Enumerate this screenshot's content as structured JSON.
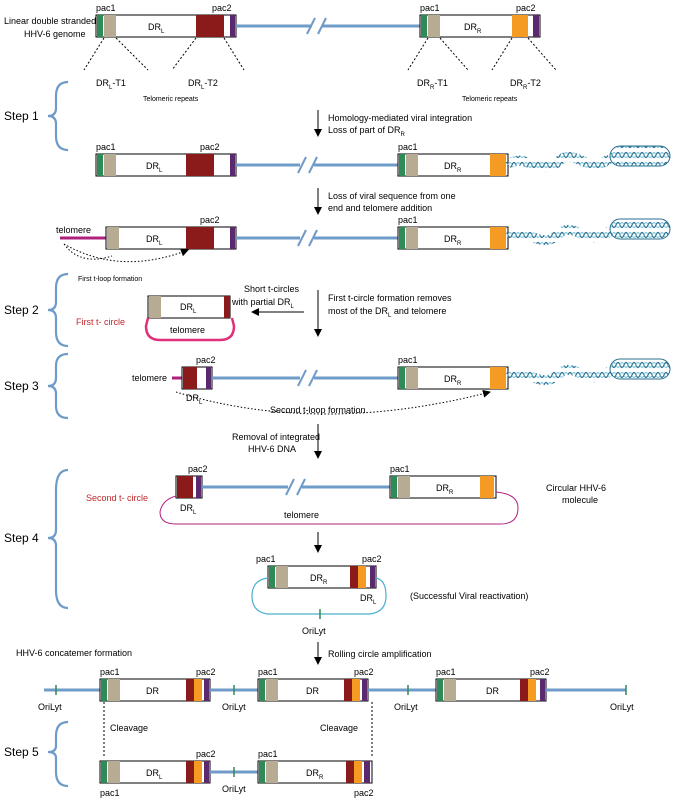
{
  "colors": {
    "backbone": "#6f9bc9",
    "pac1": "#2e8b57",
    "tan": "#b8ab94",
    "darkred": "#8b1a1a",
    "orange": "#f59b23",
    "purple": "#5b2a6e",
    "telomere_magenta": "#b0207f",
    "tcircle_pink": "#e0307a",
    "circle_cyan": "#4bb1cf",
    "red_text": "#c0272d"
  },
  "header": {
    "genome_label_1": "Linear double stranded",
    "genome_label_2": "HHV-6 genome"
  },
  "labels": {
    "pac1": "pac1",
    "pac2": "pac2",
    "DR": "DR",
    "L": "L",
    "R": "R",
    "dr_l_t1": "-T1",
    "dr_l_t2": "-T2",
    "telomeric_repeats": "Telomeric repeats",
    "telomere": "telomere",
    "oriLyt": "OriLyt",
    "cleavage": "Cleavage"
  },
  "steps": [
    "Step 1",
    "Step 2",
    "Step 3",
    "Step 4",
    "Step 5"
  ],
  "annotations": {
    "homology_1": "Homology-mediated viral integration",
    "homology_2": "Loss of part of DR",
    "loss_1": "Loss of viral sequence from one",
    "loss_2": "end and telomere addition",
    "first_tloop": "First t-loop formation",
    "short_tcircles_1": "Short t-circles",
    "short_tcircles_2": "with partial DR",
    "first_tcircle_removes_1": "First t-circle formation removes",
    "first_tcircle_removes_2": "most of the DR",
    "first_tcircle_removes_3": "and telomere",
    "first_tcircle": "First t- circle",
    "second_tloop": "Second t-loop formation",
    "removal_1": "Removal of integrated",
    "removal_2": "HHV-6 DNA",
    "second_tcircle": "Second t- circle",
    "circular_1": "Circular HHV-6",
    "circular_2": "molecule",
    "successful": "(Successful Viral reactivation)",
    "concatemer": "HHV-6 concatemer formation",
    "rolling": "Rolling circle amplification"
  }
}
